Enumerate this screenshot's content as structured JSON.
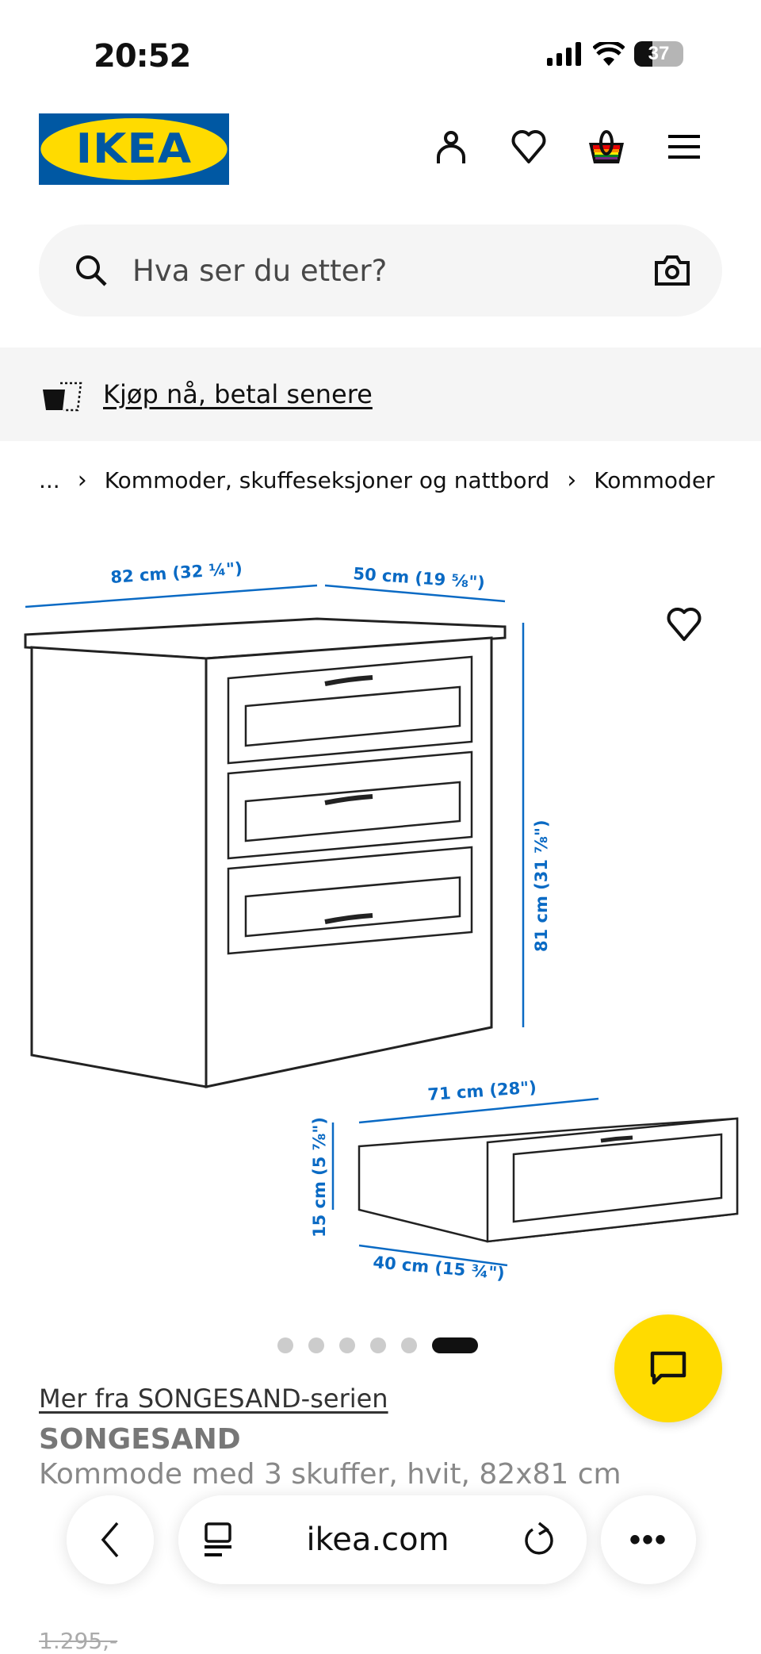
{
  "status_bar": {
    "time": "20:52",
    "battery": "37",
    "battery_level": 37
  },
  "header": {
    "logo": "IKEA",
    "icons": [
      "person-icon",
      "heart-icon",
      "shopping-bag-icon",
      "menu-icon"
    ]
  },
  "search": {
    "placeholder": "Hva ser du etter?",
    "icons": [
      "search-icon",
      "camera-icon"
    ]
  },
  "promo": {
    "label": "Kjøp nå, betal senere"
  },
  "breadcrumb": {
    "items": [
      "...",
      "Kommoder, skuffeseksjoner og nattbord",
      "Kommoder"
    ]
  },
  "drawing": {
    "dimensions": {
      "width": "82 cm (32 ¼\")",
      "depth": "50 cm (19 ⅝\")",
      "height": "81 cm (31 ⅞\")",
      "drawer_width": "71 cm (28\")",
      "drawer_height": "15 cm (5 ⅞\")",
      "drawer_depth": "40 cm (15 ¾\")"
    }
  },
  "carousel": {
    "total": 6,
    "active": 6
  },
  "product": {
    "series_link": "Mer fra SONGESAND-serien",
    "title": "SONGESAND",
    "subtitle": "Kommode med 3 skuffer, hvit, 82x81 cm",
    "old_price": "1.295,-"
  },
  "browser": {
    "url": "ikea.com"
  },
  "colors": {
    "ikea_blue": "#0058a3",
    "ikea_yellow": "#ffdb00",
    "dimension_blue": "#0a6ac4"
  }
}
